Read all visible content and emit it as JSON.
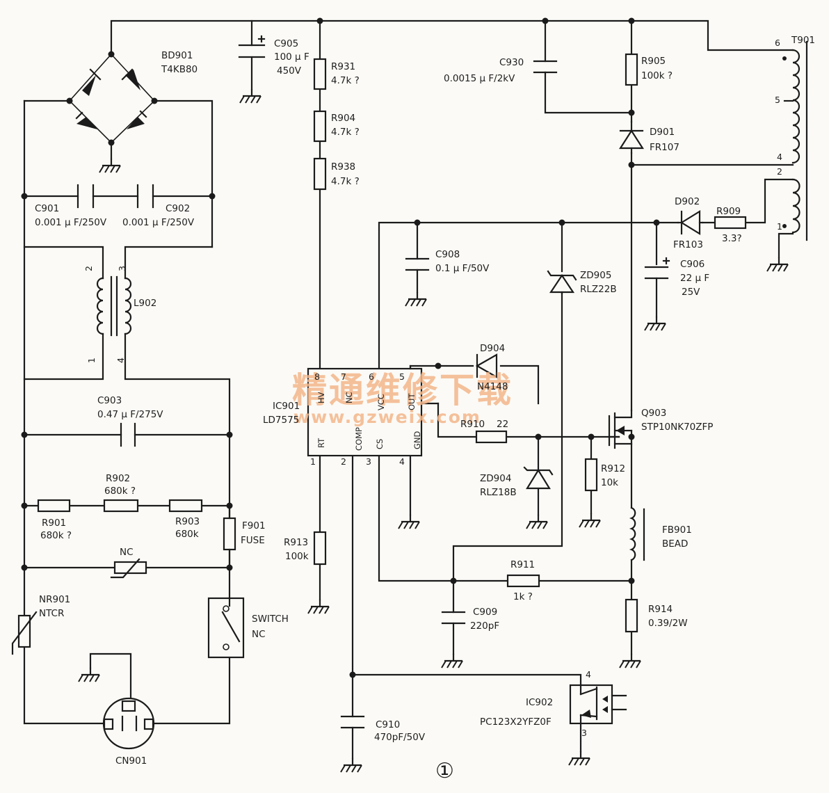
{
  "watermark": {
    "cn": "精通维修下载",
    "url": "www.gzweix.com"
  },
  "figure_number": "①",
  "components": {
    "bd901": {
      "ref": "BD901",
      "value": "T4KB80"
    },
    "c905": {
      "ref": "C905",
      "value1": "100 μ F",
      "value2": "450V"
    },
    "r931": {
      "ref": "R931",
      "value": "4.7k ?"
    },
    "r904": {
      "ref": "R904",
      "value": "4.7k ?"
    },
    "r938": {
      "ref": "R938",
      "value": "4.7k ?"
    },
    "c930": {
      "ref": "C930",
      "value": "0.0015 μ F/2kV"
    },
    "r905": {
      "ref": "R905",
      "value": "100k ?"
    },
    "d901": {
      "ref": "D901",
      "value": "FR107"
    },
    "t901": {
      "ref": "T901",
      "pins": [
        "6",
        "5",
        "4",
        "2",
        "1"
      ]
    },
    "c901": {
      "ref": "C901",
      "value": "0.001 μ F/250V"
    },
    "c902": {
      "ref": "C902",
      "value": "0.001 μ F/250V"
    },
    "d902": {
      "ref": "D902",
      "value": "FR103"
    },
    "r909": {
      "ref": "R909",
      "value": "3.3?"
    },
    "c908": {
      "ref": "C908",
      "value": "0.1 μ F/50V"
    },
    "zd905": {
      "ref": "ZD905",
      "value": "RLZ22B"
    },
    "c906": {
      "ref": "C906",
      "value1": "22 μ F",
      "value2": "25V"
    },
    "l902": {
      "ref": "L902",
      "pins": [
        "2",
        "3",
        "1",
        "4"
      ]
    },
    "d904": {
      "ref": "D904",
      "value": "N4148"
    },
    "ic901": {
      "ref": "IC901",
      "value": "LD7575",
      "pins_top": [
        "HV",
        "NC",
        "VCC",
        "OUT"
      ],
      "pin_nums_top": [
        "8",
        "7",
        "6",
        "5"
      ],
      "pins_bottom": [
        "RT",
        "COMP",
        "CS",
        "GND"
      ],
      "pin_nums_bottom": [
        "1",
        "2",
        "3",
        "4"
      ]
    },
    "q903": {
      "ref": "Q903",
      "value": "STP10NK70ZFP"
    },
    "r910": {
      "ref": "R910",
      "value": "22"
    },
    "c903": {
      "ref": "C903",
      "value": "0.47 μ F/275V"
    },
    "r902": {
      "ref": "R902",
      "value": "680k ?"
    },
    "r901": {
      "ref": "R901",
      "value": "680k ?"
    },
    "r903": {
      "ref": "R903",
      "value": "680k"
    },
    "f901": {
      "ref": "F901",
      "value": "FUSE"
    },
    "zd904": {
      "ref": "ZD904",
      "value": "RLZ18B"
    },
    "r912": {
      "ref": "R912",
      "value": "10k"
    },
    "r913": {
      "ref": "R913",
      "value": "100k"
    },
    "fb901": {
      "ref": "FB901",
      "value": "BEAD"
    },
    "nc": {
      "ref": "NC"
    },
    "r911": {
      "ref": "R911",
      "value": "1k ?"
    },
    "nr901": {
      "ref": "NR901",
      "value": "NTCR"
    },
    "switch": {
      "ref": "SWITCH",
      "value": "NC"
    },
    "c909": {
      "ref": "C909",
      "value": "220pF"
    },
    "r914": {
      "ref": "R914",
      "value": "0.39/2W"
    },
    "ic902": {
      "ref": "IC902",
      "value": "PC123X2YFZ0F",
      "pins": [
        "4",
        "3"
      ]
    },
    "c910": {
      "ref": "C910",
      "value": "470pF/50V"
    },
    "cn901": {
      "ref": "CN901"
    }
  }
}
